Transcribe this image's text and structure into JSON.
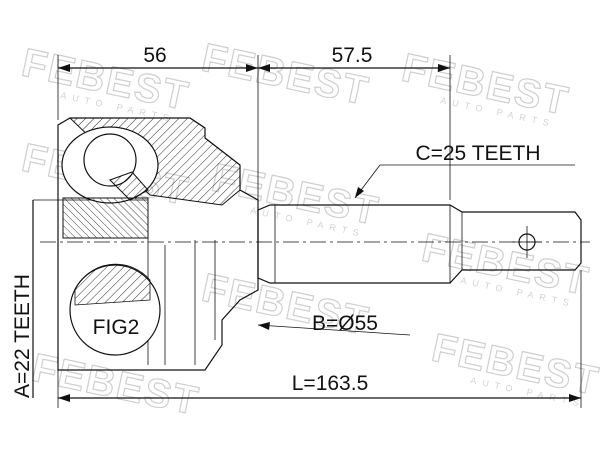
{
  "watermark": {
    "brand": "FEBEST",
    "sub": "AUTO PARTS"
  },
  "dimensions": {
    "left_width": "56",
    "right_width": "57.5",
    "overall_length": "L=163.5"
  },
  "callouts": {
    "outer_teeth": "C=25 TEETH",
    "inner_teeth": "A=22 TEETH",
    "diameter": "B=Ø55",
    "figure_ref": "FIG2"
  }
}
